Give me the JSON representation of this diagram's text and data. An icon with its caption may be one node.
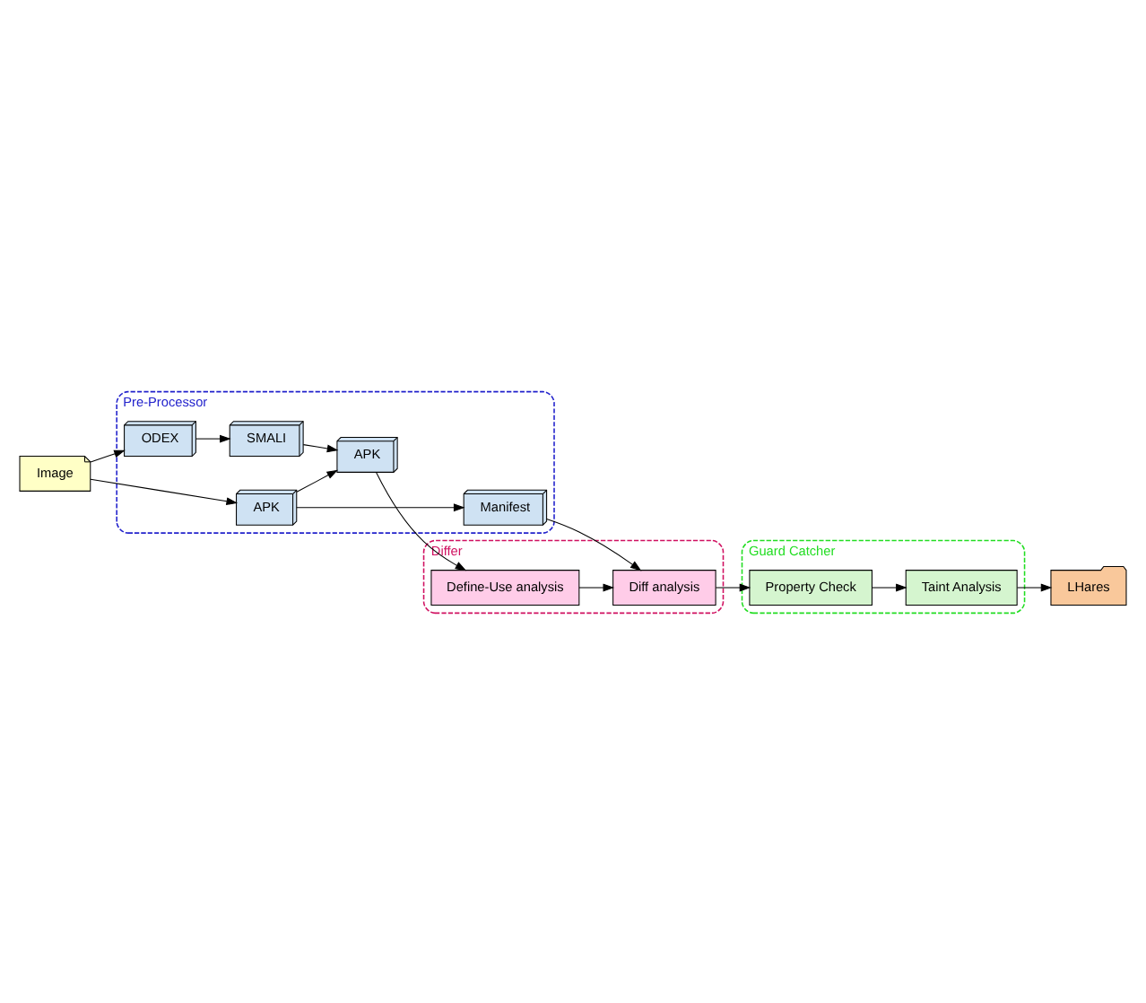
{
  "diagram": {
    "nodes": [
      {
        "text": [
          "Pre-Processor"
        ]
      },
      {
        "text": [
          "Image"
        ]
      },
      {
        "text": [
          "ODEX"
        ],
        "in": 0
      },
      {
        "text": [
          "SMALI"
        ],
        "in": 0
      },
      {
        "text": [
          "APK"
        ],
        "in": 0
      },
      {
        "text": [
          "APK"
        ],
        "in": 0
      },
      {
        "text": [
          "Manifest"
        ],
        "in": 0
      },
      {
        "text": [
          "Differ"
        ]
      },
      {
        "text": [
          "Diff analysis"
        ],
        "in": 7
      },
      {
        "text": [
          "Define-Use analysis"
        ],
        "in": 7
      },
      {
        "text": [
          "Guard Catcher"
        ]
      },
      {
        "text": [
          "LHares"
        ]
      },
      {
        "text": [
          "Taint Analysis"
        ],
        "in": 10
      },
      {
        "text": [
          "Property Check"
        ],
        "in": 10
      }
    ],
    "edges": [
      {
        "from": 1,
        "to": 2,
        "arrow": "to"
      },
      {
        "from": 1,
        "to": 5,
        "arrow": "to"
      },
      {
        "from": 2,
        "to": 3,
        "arrow": "to"
      },
      {
        "from": 3,
        "to": 4,
        "arrow": "to"
      },
      {
        "from": 5,
        "to": 6,
        "arrow": "to"
      },
      {
        "from": 5,
        "to": 4,
        "arrow": "to"
      },
      {
        "from": 6,
        "to": 8,
        "arrow": "to"
      },
      {
        "from": 4,
        "to": 9,
        "arrow": "to"
      },
      {
        "from": 9,
        "to": 8,
        "arrow": "to"
      },
      {
        "from": 8,
        "to": 13,
        "arrow": "to"
      },
      {
        "from": 13,
        "to": 12,
        "arrow": "to"
      },
      {
        "from": 12,
        "to": 11,
        "arrow": "to"
      }
    ]
  }
}
